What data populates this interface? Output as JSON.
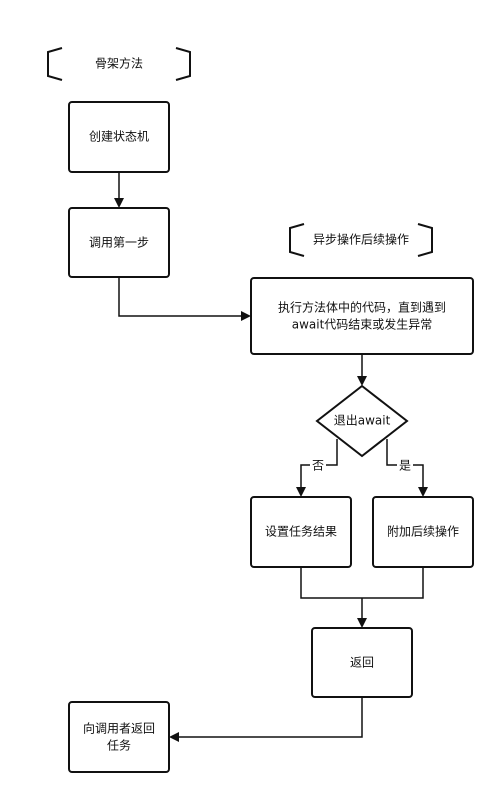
{
  "diagram": {
    "annotations": {
      "skeleton": "骨架方法",
      "async_continuation": "异步操作后续操作"
    },
    "nodes": {
      "create_state_machine": "创建状态机",
      "call_first_step": "调用第一步",
      "execute_line1": "执行方法体中的代码，直到遇到",
      "execute_line2": "await代码结束或发生异常",
      "exit_await": "退出await",
      "set_task_result": "设置任务结果",
      "attach_continuation": "附加后续操作",
      "return": "返回",
      "return_task_line1": "向调用者返回",
      "return_task_line2": "任务"
    },
    "edge_labels": {
      "no": "否",
      "yes": "是"
    }
  }
}
